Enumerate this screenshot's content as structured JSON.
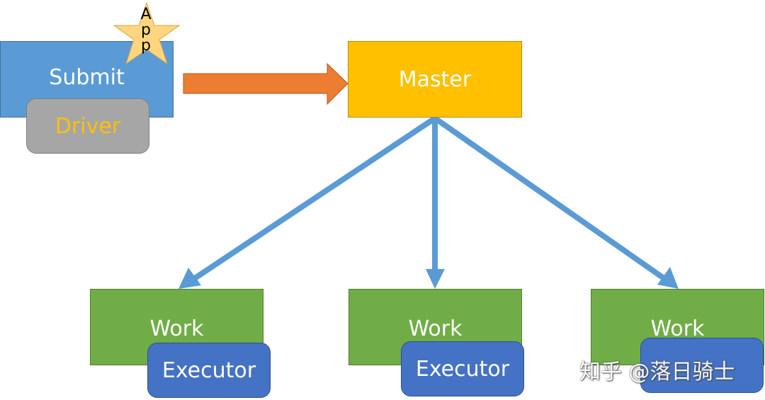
{
  "nodes": {
    "submit": "Submit",
    "driver": "Driver",
    "app_star": [
      "A",
      "p",
      "p"
    ],
    "master": "Master",
    "workers": [
      {
        "label": "Work",
        "executor": "Executor"
      },
      {
        "label": "Work",
        "executor": "Executor"
      },
      {
        "label": "Work",
        "executor": ""
      }
    ]
  },
  "watermark": "知乎 @落日骑士",
  "colors": {
    "submit": "#5b9bd5",
    "driver": "#a6a6a6",
    "driver_text": "#ffc000",
    "master": "#ffc000",
    "worker": "#70ad47",
    "executor": "#4472c4",
    "star": "#ffd67f",
    "submit_arrow": "#ed7d31",
    "link_arrows": "#5b9bd5"
  }
}
